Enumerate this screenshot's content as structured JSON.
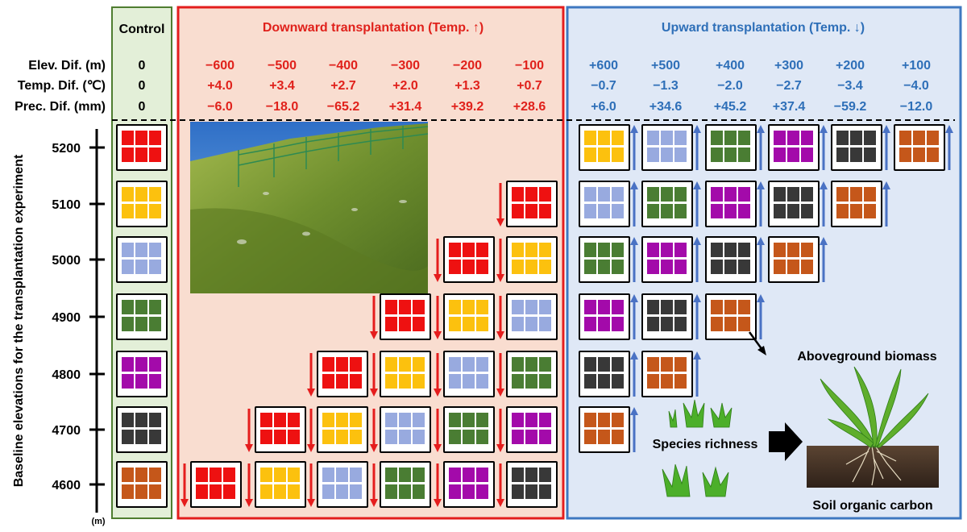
{
  "headers": {
    "control": "Control",
    "downward": "Downward transplantation (Temp. ↑)",
    "upward": "Upward transplantation (Temp. ↓)"
  },
  "row_labels": {
    "elev": "Elev. Dif. (m)",
    "temp": "Temp. Dif. (℃)",
    "prec": "Prec. Dif. (mm)"
  },
  "control_values": [
    "0",
    "0",
    "0"
  ],
  "downward": {
    "elev": [
      "−600",
      "−500",
      "−400",
      "−300",
      "−200",
      "−100"
    ],
    "temp": [
      "+4.0",
      "+3.4",
      "+2.7",
      "+2.0",
      "+1.3",
      "+0.7"
    ],
    "prec": [
      "−6.0",
      "−18.0",
      "−65.2",
      "+31.4",
      "+39.2",
      "+28.6"
    ]
  },
  "upward": {
    "elev": [
      "+600",
      "+500",
      "+400",
      "+300",
      "+200",
      "+100"
    ],
    "temp": [
      "−0.7",
      "−1.3",
      "−2.0",
      "−2.7",
      "−3.4",
      "−4.0"
    ],
    "prec": [
      "+6.0",
      "+34.6",
      "+45.2",
      "+37.4",
      "−59.2",
      "−12.0"
    ]
  },
  "axis": {
    "title": "Baseline elevations for the transplantation experiment",
    "unit": "(m)",
    "ticks": [
      "5200",
      "5100",
      "5000",
      "4900",
      "4800",
      "4700",
      "4600"
    ]
  },
  "site_colors": {
    "5200": "#ee1111",
    "5100": "#fcc10e",
    "5000": "#98aadf",
    "4900": "#4a7d33",
    "4800": "#a30aaa",
    "4700": "#383838",
    "4600": "#c5571a"
  },
  "frame_colors": {
    "control_fill": "#e3efd8",
    "control_border": "#4f7d30",
    "downward_fill": "#f9ddd0",
    "downward_border": "#e31d1d",
    "upward_fill": "#dfe8f6",
    "upward_border": "#3e78c0",
    "down_text": "#e0211b",
    "up_text": "#2e6fb8",
    "down_arrow": "#e51d1d",
    "up_arrow": "#4a72c4"
  },
  "outcomes": {
    "aboveground": "Aboveground biomass",
    "richness": "Species richness",
    "soil": "Soil organic carbon"
  },
  "photo_icon": "alpine-meadow-photo",
  "icons": [
    "grass-tuft-icon",
    "grass-plant-icon",
    "soil-roots-icon",
    "big-right-arrow-icon"
  ]
}
